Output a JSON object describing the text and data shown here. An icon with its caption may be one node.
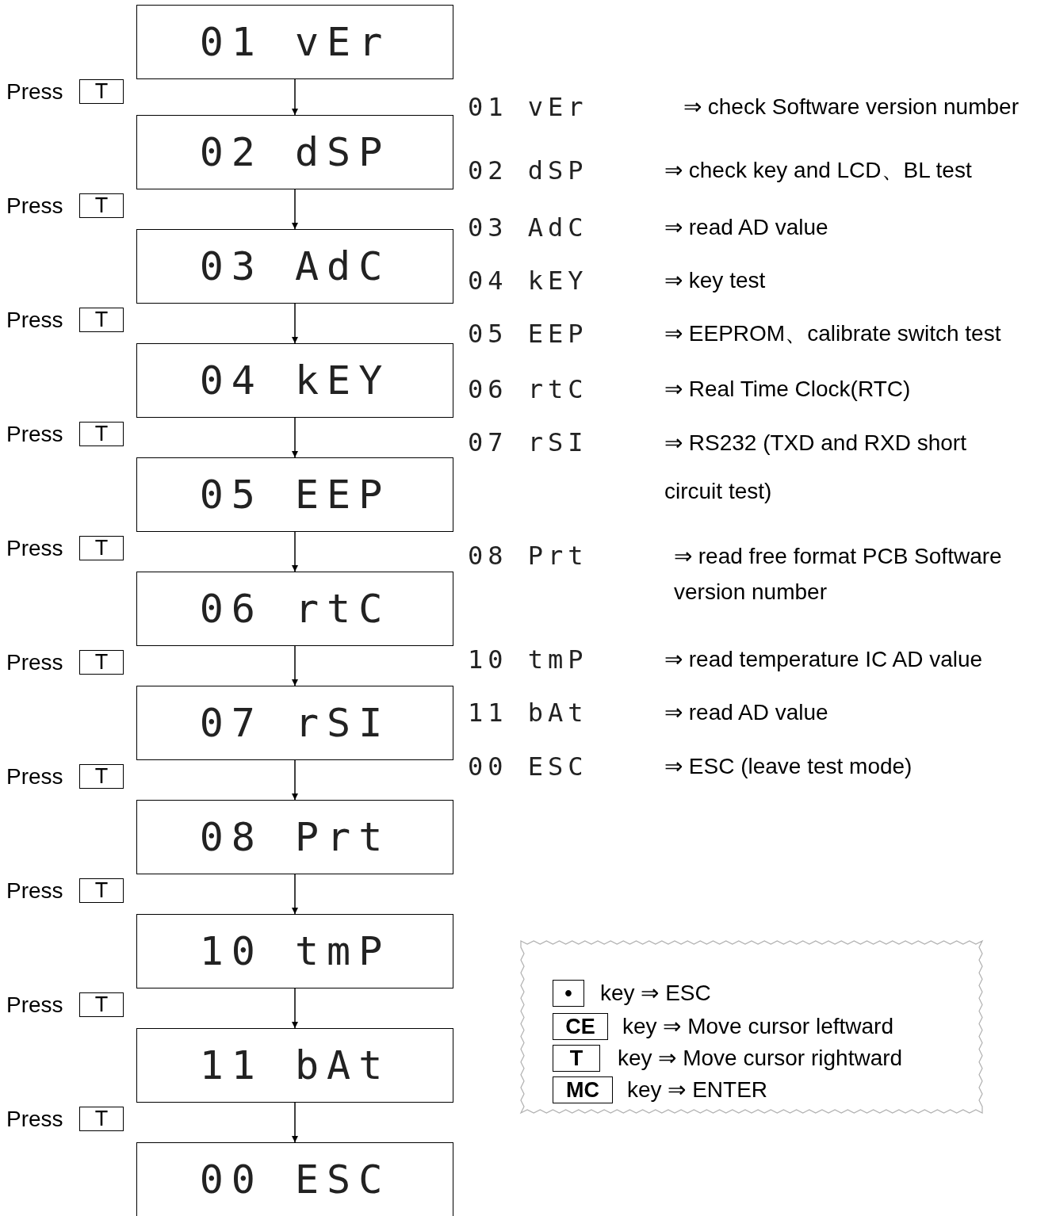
{
  "diagram": {
    "nodes": [
      {
        "text": [
          "01 vEr"
        ]
      },
      {
        "text": [
          "02 dSP"
        ]
      },
      {
        "text": [
          "03 AdC"
        ]
      },
      {
        "text": [
          "04 kEY"
        ]
      },
      {
        "text": [
          "05 EEP"
        ]
      },
      {
        "text": [
          "06 rtC"
        ]
      },
      {
        "text": [
          "07 rSI"
        ]
      },
      {
        "text": [
          "08 Prt"
        ]
      },
      {
        "text": [
          "10 tmP"
        ]
      },
      {
        "text": [
          "11 bAt"
        ]
      },
      {
        "text": [
          "00 ESC"
        ]
      },
      {
        "text": [
          "T"
        ],
        "beside": [
          "Press"
        ]
      },
      {
        "text": [
          "T"
        ],
        "beside": [
          "Press"
        ]
      },
      {
        "text": [
          "T"
        ],
        "beside": [
          "Press"
        ]
      },
      {
        "text": [
          "T"
        ],
        "beside": [
          "Press"
        ]
      },
      {
        "text": [
          "T"
        ],
        "beside": [
          "Press"
        ]
      },
      {
        "text": [
          "T"
        ],
        "beside": [
          "Press"
        ]
      },
      {
        "text": [
          "T"
        ],
        "beside": [
          "Press"
        ]
      },
      {
        "text": [
          "T"
        ],
        "beside": [
          "Press"
        ]
      },
      {
        "text": [
          "T"
        ],
        "beside": [
          "Press"
        ]
      },
      {
        "text": [
          "T"
        ],
        "beside": [
          "Press"
        ]
      },
      {
        "text": [],
        "shape": "box"
      },
      {
        "text": [
          "•"
        ],
        "in": 21,
        "beside": [
          "key ⇒ ESC"
        ]
      },
      {
        "text": [
          "CE"
        ],
        "in": 21,
        "beside": [
          "key ⇒ Move cursor leftward"
        ]
      },
      {
        "text": [
          "T"
        ],
        "in": 21,
        "beside": [
          "key ⇒ Move cursor rightward"
        ]
      },
      {
        "text": [
          "MC"
        ],
        "in": 21,
        "beside": [
          "key ⇒ ENTER"
        ]
      }
    ],
    "edges": [
      {
        "from": 0,
        "to": 1,
        "arrow": "to"
      },
      {
        "from": 1,
        "to": 2,
        "arrow": "to"
      },
      {
        "from": 2,
        "to": 3,
        "arrow": "to"
      },
      {
        "from": 3,
        "to": 4,
        "arrow": "to"
      },
      {
        "from": 4,
        "to": 5,
        "arrow": "to"
      },
      {
        "from": 5,
        "to": 6,
        "arrow": "to"
      },
      {
        "from": 6,
        "to": 7,
        "arrow": "to"
      },
      {
        "from": 7,
        "to": 8,
        "arrow": "to"
      },
      {
        "from": 8,
        "to": 9,
        "arrow": "to"
      },
      {
        "from": 9,
        "to": 10,
        "arrow": "to"
      }
    ],
    "labels": [
      "01 vEr",
      "⇒ check Software version number",
      "02 dSP",
      "⇒ check key and LCD、BL test",
      "03 AdC",
      "⇒ read AD value",
      "04 kEY",
      "⇒ key test",
      "05 EEP",
      "⇒ EEPROM、calibrate switch test",
      "06 rtC",
      "⇒ Real Time Clock(RTC)",
      "07 rSI",
      "⇒ RS232 (TXD and RXD short circuit test)",
      "08 Prt",
      "⇒ read free format PCB Software version number",
      "10 tmP",
      "⇒ read temperature IC AD value",
      "11 bAt",
      "⇒ read AD value",
      "00 ESC",
      "⇒ ESC (leave test mode)"
    ]
  }
}
